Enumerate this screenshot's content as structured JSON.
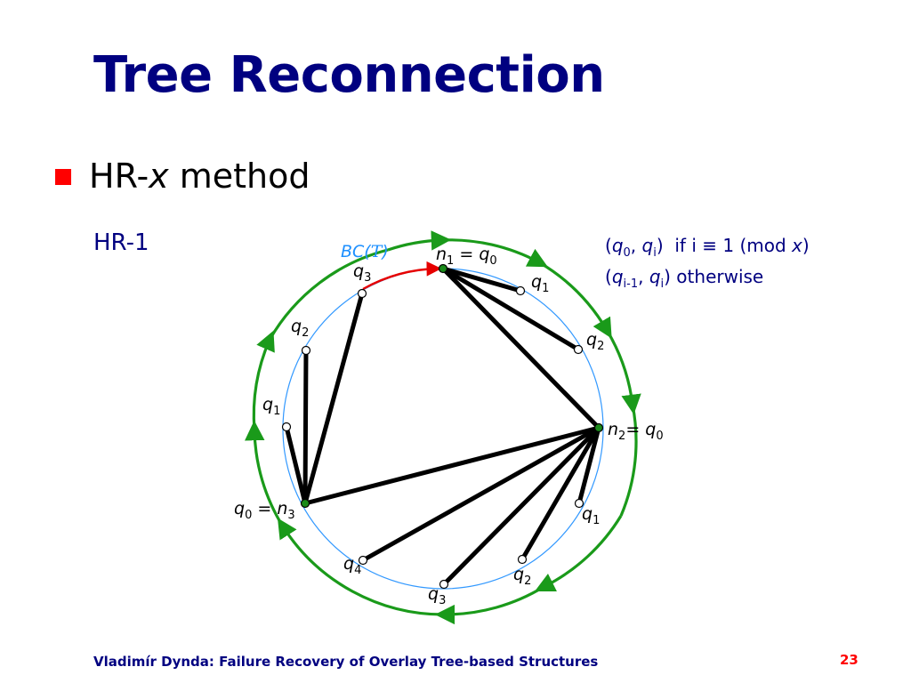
{
  "slide": {
    "title": "Tree Reconnection",
    "bullet": {
      "prefix": "HR-",
      "var": "x",
      "suffix": " method"
    },
    "subheading": "HR-1",
    "formula": {
      "line1": {
        "a": "q",
        "a_sub": "0",
        "b": "q",
        "b_sub": "i",
        "cond": "  if i ≡ 1 (mod ",
        "var": "x",
        "end": ")"
      },
      "line2": {
        "a": "q",
        "a_sub": "i-1",
        "b": "q",
        "b_sub": "i",
        "cond": " otherwise"
      }
    },
    "footer": "Vladimír Dynda: Failure Recovery of Overlay Tree-based Structures",
    "page_number": "23"
  },
  "diagram": {
    "circle_label": "BC(",
    "circle_label_T": "T",
    "circle_label_end": ")",
    "labels": {
      "n1": {
        "main": "n",
        "sub": "1",
        "rest": " = ",
        "q": "q",
        "qsub": "0"
      },
      "n2": {
        "main": "n",
        "sub": "2",
        "rest": "= ",
        "q": "q",
        "qsub": "0"
      },
      "n3": {
        "q": "q",
        "qsub": "0",
        "rest": " = ",
        "main": "n",
        "sub": "3"
      },
      "q_top_1": {
        "q": "q",
        "sub": "1"
      },
      "q_top_2": {
        "q": "q",
        "sub": "2"
      },
      "q_bot_1": {
        "q": "q",
        "sub": "1"
      },
      "q_bot_2": {
        "q": "q",
        "sub": "2"
      },
      "q_bot_3": {
        "q": "q",
        "sub": "3"
      },
      "q_bot_4": {
        "q": "q",
        "sub": "4"
      },
      "q_left_1": {
        "q": "q",
        "sub": "1"
      },
      "q_left_2": {
        "q": "q",
        "sub": "2"
      },
      "q_left_3": {
        "q": "q",
        "sub": "3"
      }
    },
    "colors": {
      "circle": "#3399ff",
      "outer_arrows": "#1a9a1a",
      "red_arc": "#e60000",
      "edges": "#000000",
      "node_fill": "#ffffff",
      "root_fill": "#1a8a1a"
    }
  }
}
